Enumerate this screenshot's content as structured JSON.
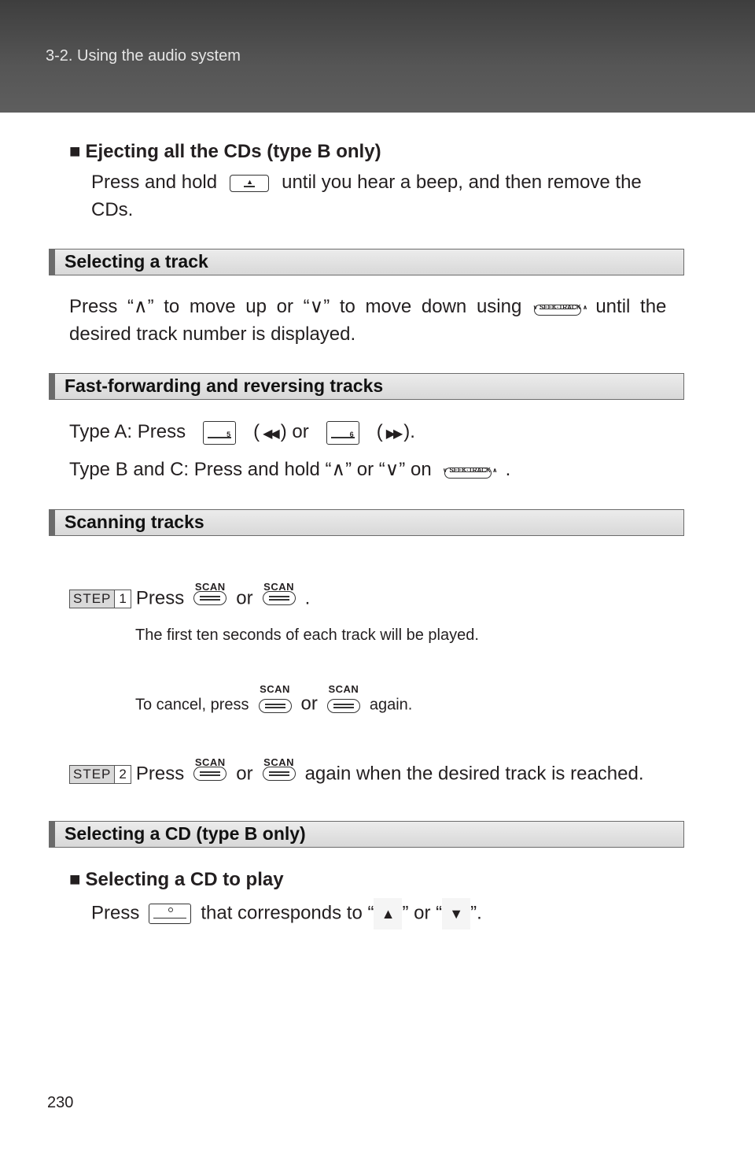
{
  "header": {
    "section": "3-2. Using the audio system"
  },
  "page_number": "230",
  "ejecting": {
    "heading": "Ejecting all the CDs (type B only)",
    "line1_a": "Press and hold",
    "line1_b": "until you hear a beep, and then remove the",
    "line2": "CDs."
  },
  "selecting_track": {
    "heading": "Selecting a track",
    "line1_a": "Press “∧” to move up or “∨” to move down using",
    "line1_b": "until the",
    "line2": "desired track number is displayed."
  },
  "fast_forward": {
    "heading": "Fast-forwarding and reversing tracks",
    "type_a_prefix": "Type A: Press",
    "preset_5": "5",
    "preset_6": "6",
    "open_paren": "(",
    "close_or": ") or",
    "close_end": ").",
    "rewind_glyph": "◀◀",
    "forward_glyph": "▶▶",
    "type_bc_prefix": "Type B and C: Press and hold “∧” or “∨” on",
    "period": "."
  },
  "scanning": {
    "heading": "Scanning tracks",
    "step_label": "STEP",
    "step1_num": "1",
    "step2_num": "2",
    "press": "Press",
    "or": "or",
    "period": ".",
    "note1": "The first ten seconds of each track will be played.",
    "note2_a": "To cancel, press",
    "note2_b": "again.",
    "step2_tail": "again when the desired track is reached."
  },
  "selecting_cd": {
    "heading": "Selecting a CD (type B only)",
    "subheading": "Selecting a CD to play",
    "press": "Press",
    "corresponds": "that corresponds to “",
    "or": "” or “",
    "end": "”."
  },
  "icons": {
    "square_bullet": "■",
    "eject_triangle": "▲",
    "up_arrow": "▲",
    "down_arrow": "▼",
    "seek_track_label": "∨ SEEK·TRACK ∧",
    "scan_label": "SCAN"
  }
}
